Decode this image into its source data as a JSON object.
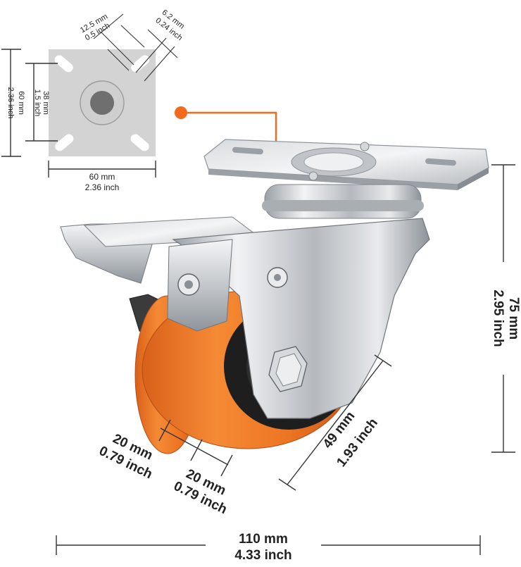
{
  "colors": {
    "accent": "#f26a1b",
    "wheel_orange": "#ef7a22",
    "plate_gray": "#d3d3d3",
    "steel": "#c9ccd0",
    "text": "#222222"
  },
  "plate_diagram": {
    "bolt_spacing_mm": "12.5 mm",
    "bolt_spacing_inch": "0.5 inch",
    "slot_width_mm": "6.2 mm",
    "slot_width_inch": "0.24 inch",
    "inner_height_mm": "38 mm",
    "inner_height_inch": "1.5 inch",
    "outer_height_mm": "60 mm",
    "outer_height_inch": "2.36 inch",
    "width_mm": "60 mm",
    "width_inch": "2.36 inch"
  },
  "caster_dims": {
    "height_mm": "75 mm",
    "height_inch": "2.95 inch",
    "wheel_diameter_mm": "49 mm",
    "wheel_diameter_inch": "1.93 inch",
    "wheel_width_a_mm": "20 mm",
    "wheel_width_a_inch": "0.79 inch",
    "wheel_width_b_mm": "20 mm",
    "wheel_width_b_inch": "0.79 inch",
    "total_length_mm": "110 mm",
    "total_length_inch": "4.33 inch"
  }
}
